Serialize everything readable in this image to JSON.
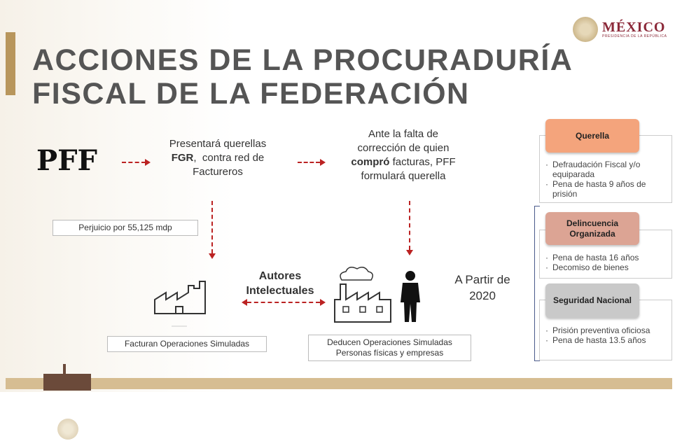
{
  "header": {
    "title_line1": "ACCIONES DE LA PROCURADURÍA",
    "title_line2": "FISCAL DE LA FEDERACIÓN",
    "logo_text": "MÉXICO",
    "logo_subtext": "PRESIDENCIA DE LA REPÚBLICA"
  },
  "flow": {
    "pff": "PFF",
    "step1": [
      "Presentará querellas",
      "FGR",
      "contra red de",
      "Factureros"
    ],
    "step2": [
      "Ante la falta de",
      "corrección de quien",
      "compró",
      "facturas, PFF",
      "formulará querella"
    ],
    "perjuicio": "Perjuicio por 55,125 mdp",
    "autores": [
      "Autores",
      "Intelectuales"
    ],
    "facturan": "Facturan Operaciones Simuladas",
    "deducen": [
      "Deducen Operaciones Simuladas",
      "Personas físicas y empresas"
    ],
    "a_partir": [
      "A Partir de",
      "2020"
    ]
  },
  "categories": [
    {
      "title": "Querella",
      "color": "#f4a47c",
      "items": [
        "Defraudación Fiscal y/o equiparada",
        "Pena de hasta 9 años de prisión"
      ]
    },
    {
      "title": "Delincuencia Organizada",
      "color": "#dca494",
      "items": [
        "Pena de hasta 16 años",
        "Decomiso de bienes"
      ]
    },
    {
      "title": "Seguridad Nacional",
      "color": "#c9c9c9",
      "items": [
        "Prisión preventiva oficiosa",
        "Pena de hasta 13.5 años"
      ]
    }
  ]
}
